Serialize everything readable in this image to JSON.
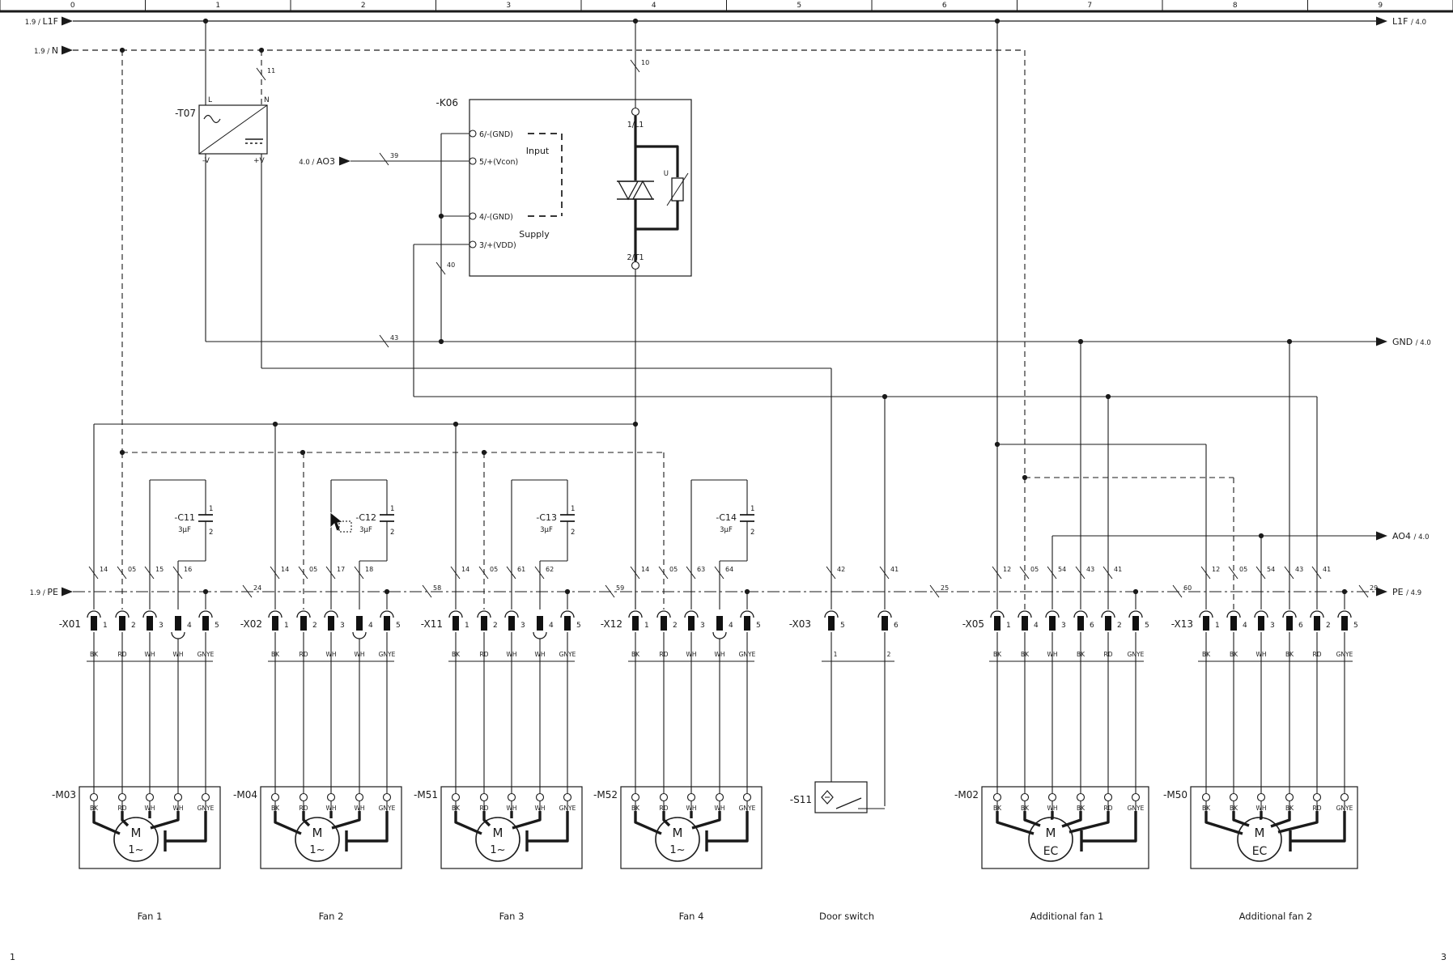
{
  "page": {
    "number_left": "1",
    "number_right": "3",
    "ruler_numbers": [
      "0",
      "1",
      "2",
      "3",
      "4",
      "5",
      "6",
      "7",
      "8",
      "9"
    ]
  },
  "rails": {
    "l1f": {
      "left_prefix": "1.9 /",
      "left_name": "L1F",
      "right_name": "L1F",
      "right_ref": "/ 4.0"
    },
    "n": {
      "left_prefix": "1.9 /",
      "left_name": "N"
    },
    "pe": {
      "left_prefix": "1.9 /",
      "left_name": "PE",
      "right_name": "PE",
      "right_ref": "/ 4.9"
    },
    "gnd": {
      "right_name": "GND",
      "right_ref": "/ 4.0"
    },
    "ao4": {
      "right_name": "AO4",
      "right_ref": "/ 4.0"
    },
    "ao3": {
      "left_prefix": "4.0 /",
      "left_name": "AO3"
    }
  },
  "power_supply": {
    "id": "-T07",
    "terminals_top": [
      "L",
      "N"
    ],
    "terminals_bottom": [
      "-V",
      "+V"
    ]
  },
  "relay": {
    "id": "-K06",
    "left_terminals": [
      "6/-(GND)",
      "5/+(Vcon)",
      "4/-(GND)",
      "3/+(VDD)"
    ],
    "group_labels": [
      "Input",
      "Supply"
    ],
    "power_terminals": [
      "1/L1",
      "2/T1"
    ],
    "varistor_label": "U"
  },
  "wire_numbers": {
    "k06_top": "10",
    "t07_n": "11",
    "vcon": "39",
    "k06_gnd": "40",
    "gnd_bus": "43"
  },
  "fan_groups": [
    {
      "block": "-X01",
      "motor": "-M03",
      "caption": "Fan 1",
      "cap": {
        "id": "-C11",
        "value": "3µF",
        "pins": [
          "1",
          "2"
        ]
      },
      "wires": [
        "14",
        "05",
        "15",
        "16"
      ],
      "terminals": [
        "1",
        "2",
        "3",
        "4",
        "5"
      ],
      "colors": [
        "BK",
        "RD",
        "WH",
        "WH",
        "GNYE"
      ],
      "motor_symbol": [
        "M",
        "1~"
      ]
    },
    {
      "block": "-X02",
      "motor": "-M04",
      "caption": "Fan 2",
      "cap": {
        "id": "-C12",
        "value": "3µF",
        "pins": [
          "1",
          "2"
        ]
      },
      "wires": [
        "14",
        "05",
        "17",
        "18"
      ],
      "terminals": [
        "1",
        "2",
        "3",
        "4",
        "5"
      ],
      "colors": [
        "BK",
        "RD",
        "WH",
        "WH",
        "GNYE"
      ],
      "motor_symbol": [
        "M",
        "1~"
      ]
    },
    {
      "block": "-X11",
      "motor": "-M51",
      "caption": "Fan 3",
      "cap": {
        "id": "-C13",
        "value": "3µF",
        "pins": [
          "1",
          "2"
        ]
      },
      "wires": [
        "14",
        "05",
        "61",
        "62"
      ],
      "terminals": [
        "1",
        "2",
        "3",
        "4",
        "5"
      ],
      "colors": [
        "BK",
        "RD",
        "WH",
        "WH",
        "GNYE"
      ],
      "motor_symbol": [
        "M",
        "1~"
      ]
    },
    {
      "block": "-X12",
      "motor": "-M52",
      "caption": "Fan 4",
      "cap": {
        "id": "-C14",
        "value": "3µF",
        "pins": [
          "1",
          "2"
        ]
      },
      "wires": [
        "14",
        "05",
        "63",
        "64"
      ],
      "terminals": [
        "1",
        "2",
        "3",
        "4",
        "5"
      ],
      "colors": [
        "BK",
        "RD",
        "WH",
        "WH",
        "GNYE"
      ],
      "motor_symbol": [
        "M",
        "1~"
      ]
    }
  ],
  "door_switch": {
    "block": "-X03",
    "switch": "-S11",
    "caption": "Door switch",
    "wires": [
      "42",
      "41"
    ],
    "terminals": [
      "5",
      "6"
    ],
    "cores": [
      "1",
      "2"
    ]
  },
  "ec_groups": [
    {
      "block": "-X05",
      "motor": "-M02",
      "caption": "Additional fan 1",
      "wires": [
        "12",
        "05",
        "54",
        "43",
        "41"
      ],
      "terminals": [
        "1",
        "4",
        "3",
        "6",
        "2",
        "5"
      ],
      "colors": [
        "BK",
        "BK",
        "WH",
        "BK",
        "RD",
        "GNYE"
      ],
      "motor_symbol": [
        "M",
        "EC"
      ]
    },
    {
      "block": "-X13",
      "motor": "-M50",
      "caption": "Additional fan 2",
      "wires": [
        "12",
        "05",
        "54",
        "43",
        "41"
      ],
      "terminals": [
        "1",
        "4",
        "3",
        "6",
        "2",
        "5"
      ],
      "colors": [
        "BK",
        "BK",
        "WH",
        "BK",
        "RD",
        "GNYE"
      ],
      "motor_symbol": [
        "M",
        "EC"
      ]
    }
  ],
  "pe_link_numbers": [
    "24",
    "58",
    "59",
    "25",
    "60",
    "29"
  ],
  "colors": {
    "line": "#1a1a1a",
    "wire_label": "#262626",
    "ruler_text": "#4a4a4a"
  }
}
